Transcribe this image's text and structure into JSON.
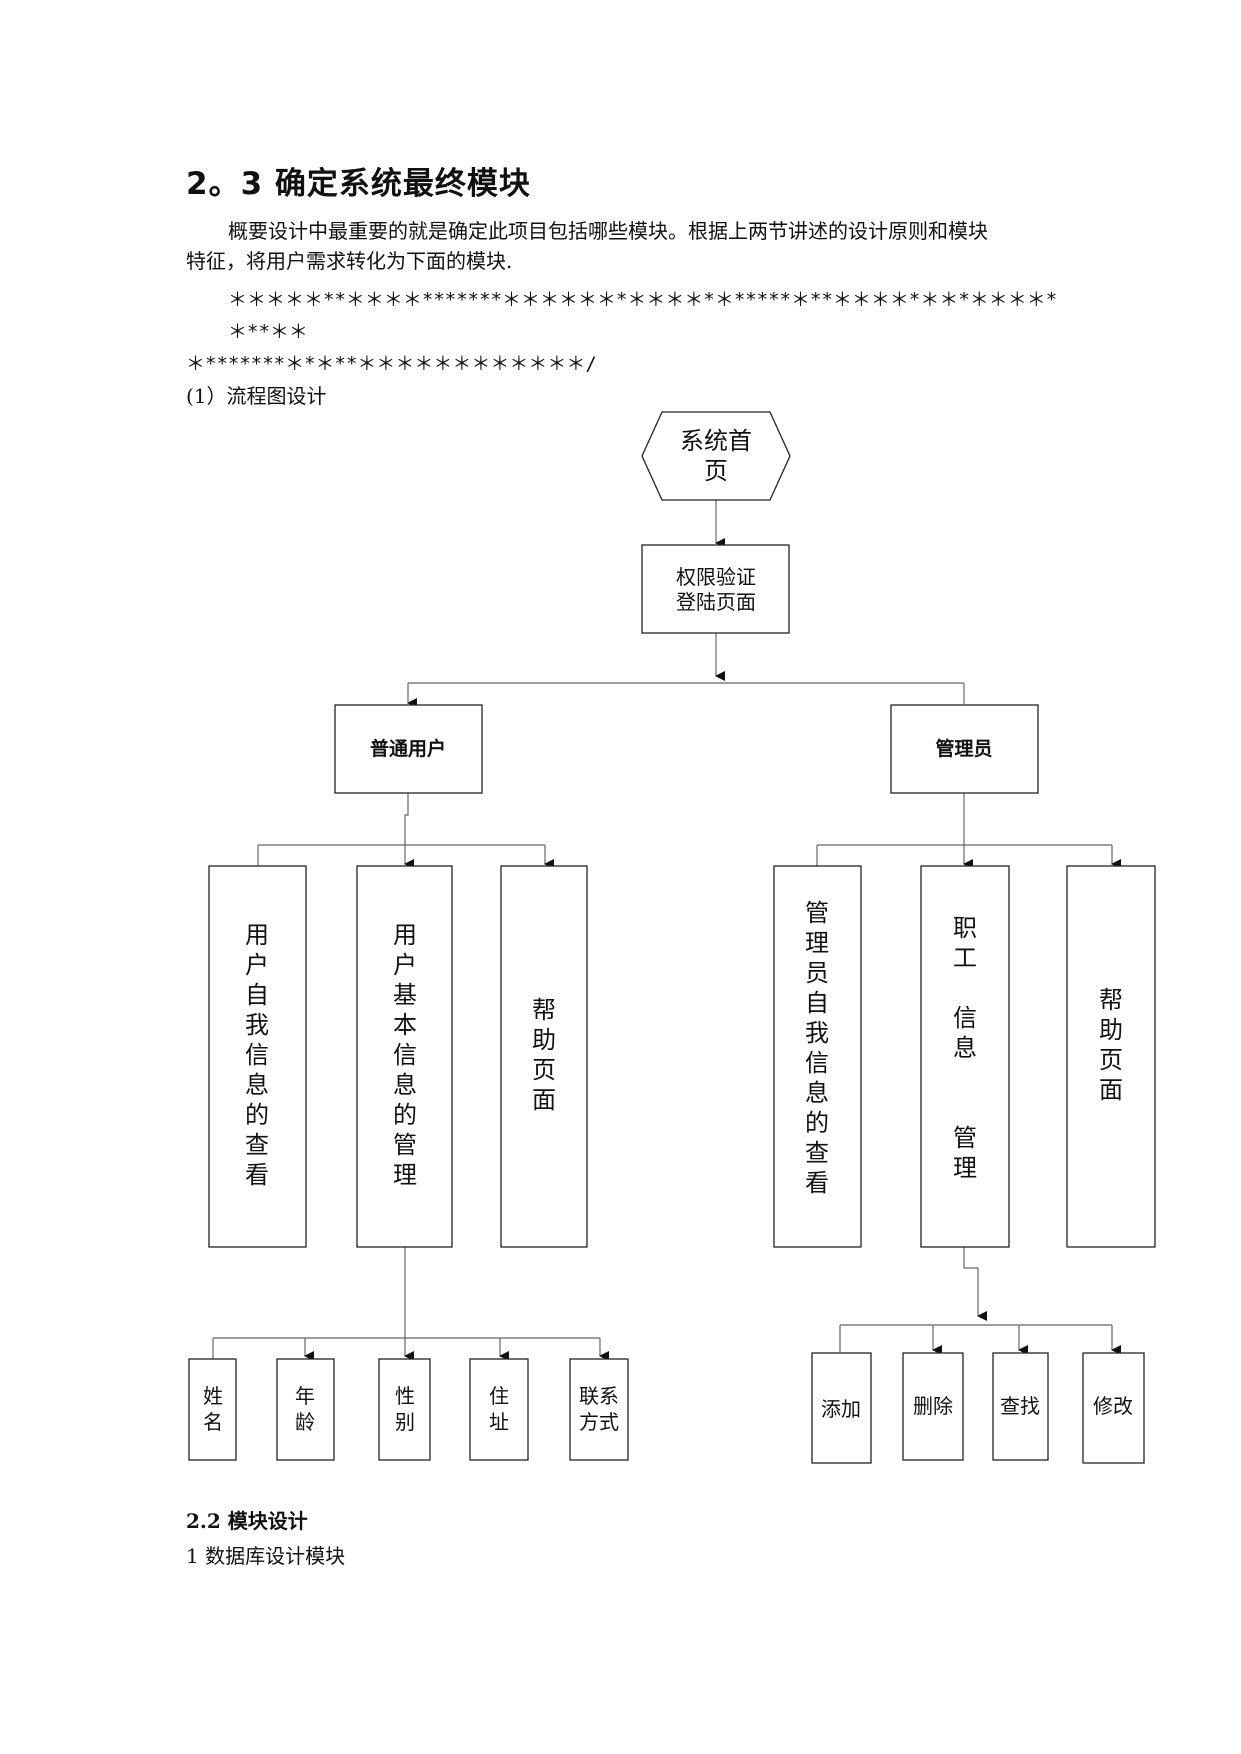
{
  "section_heading": "2。3 确定系统最终模块",
  "paragraph": {
    "line1": "概要设计中最重要的就是确定此项目包括哪些模块。根据上两节讲述的设计原则和模块",
    "line2": "特征，将用户需求转化为下面的模块."
  },
  "stars": {
    "line1": "＊＊＊＊＊**＊＊＊＊*******＊＊＊＊＊＊*＊＊＊＊*＊*****＊**＊＊＊＊*＊＊*＊＊＊＊*＊**＊＊",
    "line2": "＊*******＊*＊**＊＊＊＊＊＊＊＊＊＊＊＊/"
  },
  "flowchart_label": "(1）流程图设计",
  "flowchart": {
    "home": [
      "系统首",
      "页"
    ],
    "login": [
      "权限验证",
      "登陆页面"
    ],
    "user": "普通用户",
    "admin": "管理员",
    "user_self": [
      "用",
      "户",
      "自",
      "我",
      "信",
      "息",
      "的",
      "查",
      "看"
    ],
    "user_basic": [
      "用",
      "户",
      "基",
      "本",
      "信",
      "息",
      "的",
      "管",
      "理"
    ],
    "user_help": [
      "帮",
      "助",
      "页",
      "面"
    ],
    "admin_self": [
      "管",
      "理",
      "员",
      "自",
      "我",
      "信",
      "息",
      "的",
      "查",
      "看"
    ],
    "staff": [
      "职",
      "工",
      "信",
      "息",
      "管",
      "理"
    ],
    "admin_help": [
      "帮",
      "助",
      "页",
      "面"
    ],
    "name": [
      "姓",
      "名"
    ],
    "age": [
      "年",
      "龄"
    ],
    "gender": [
      "性",
      "别"
    ],
    "address": [
      "住",
      "址"
    ],
    "contact": [
      "联系",
      "方式"
    ],
    "add": "添加",
    "delete": "删除",
    "find": "查找",
    "modify": "修改"
  },
  "section_22": "2.2 模块设计",
  "db_module": "1 数据库设计模块"
}
